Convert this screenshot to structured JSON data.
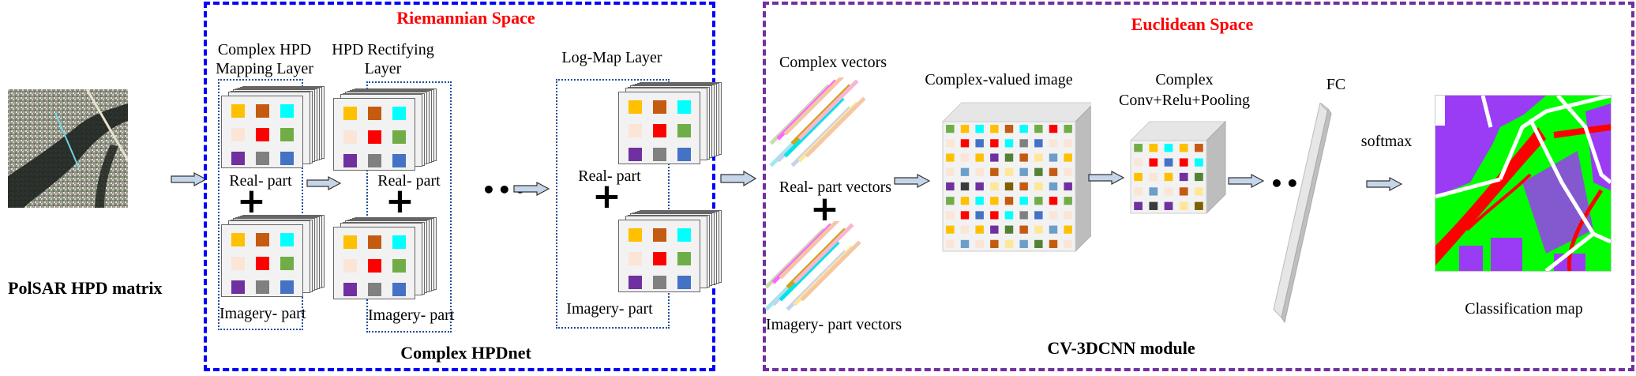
{
  "input": {
    "caption": "PolSAR HPD matrix"
  },
  "riemannian": {
    "title": "Riemannian Space",
    "module_label": "Complex HPDnet",
    "layers": [
      {
        "title_line1": "Complex HPD",
        "title_line2": "Mapping Layer",
        "real_label": "Real- part",
        "imag_label": "Imagery- part"
      },
      {
        "title_line1": "HPD Rectifying",
        "title_line2": "Layer",
        "real_label": "Real- part",
        "imag_label": "Imagery- part"
      },
      {
        "title_line1": "Log-Map Layer",
        "title_line2": "",
        "real_label": "Real- part",
        "imag_label": "Imagery- part"
      }
    ],
    "ellipsis": "•••"
  },
  "euclidean": {
    "title": "Euclidean Space",
    "module_label": "CV-3DCNN module",
    "complex_vectors_label": "Complex vectors",
    "real_vectors_label": "Real- part vectors",
    "imag_vectors_label": "Imagery- part vectors",
    "complex_image_label": "Complex-valued image",
    "conv_label_line1": "Complex",
    "conv_label_line2": "Conv+Relu+Pooling",
    "fc_label": "FC",
    "softmax_label": "softmax",
    "output_label": "Classification map",
    "ellipsis": "•••"
  },
  "plus_symbol": "+",
  "palette": {
    "orange": "#ffc000",
    "brown": "#c55a11",
    "cyan": "#00ffff",
    "peach": "#fbe5d6",
    "red": "#ff0000",
    "green": "#70ad47",
    "purple": "#7030a0",
    "gray": "#808080",
    "blue": "#4472c4",
    "region_riemannian": "#0000ff",
    "region_euclidean": "#7030a0",
    "title_red": "#ff0000",
    "map_purple": "#9b3cf5",
    "map_green": "#00ff00",
    "map_red": "#ff0000"
  }
}
